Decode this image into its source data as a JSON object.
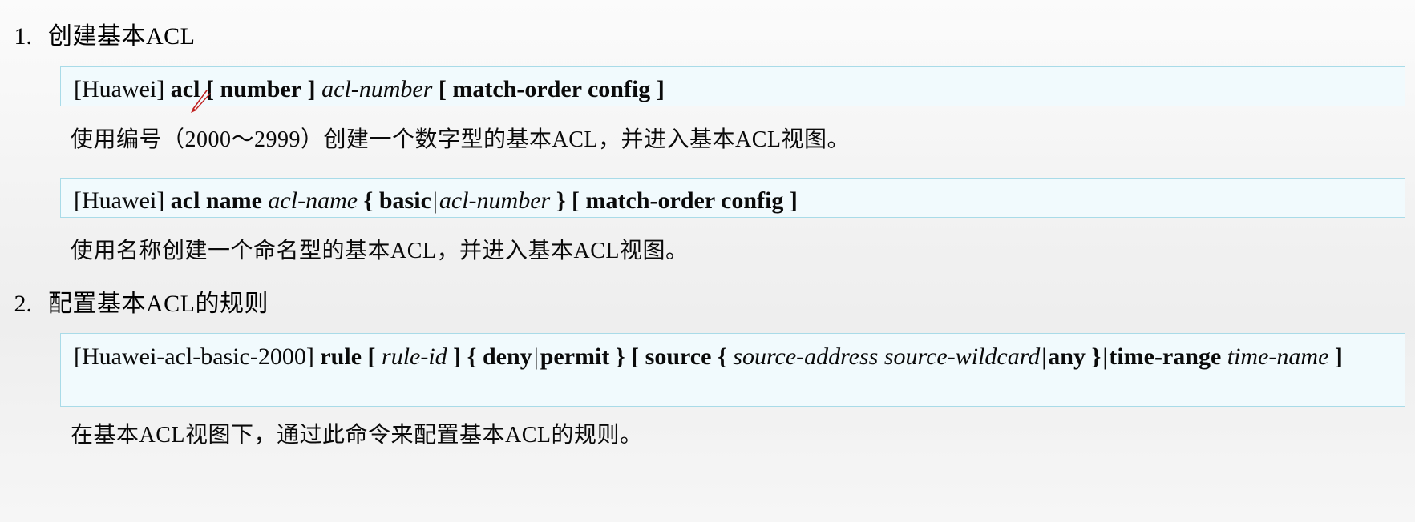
{
  "document": {
    "title": "创建和配置基本ACL",
    "background_color": "#f2f2f2"
  },
  "theme": {
    "code_border_color": "#a9dbe8",
    "code_background_color": "#f1fafd",
    "text_color": "#0a0a0a",
    "annotation_color": "#c02020"
  },
  "sections": [
    {
      "number": "1.",
      "heading": "创建基本ACL"
    },
    {
      "number": "2.",
      "heading": "配置基本ACL的规则"
    }
  ],
  "commands": {
    "cmd1": {
      "prompt": "[Huawei]",
      "keyword": "acl",
      "open_bracket": "[",
      "option_number": "number",
      "close_bracket": "]",
      "param_acl_number": "acl-number",
      "open_bracket2": "[",
      "match_order": "match-order config",
      "close_bracket2": "]",
      "full_text": "[Huawei] acl [ number ] acl-number [ match-order config ]"
    },
    "cmd2": {
      "prompt": "[Huawei]",
      "keyword": "acl name",
      "param_acl_name": "acl-name",
      "open_brace": "{",
      "option_basic": "basic",
      "pipe": "|",
      "param_acl_number": "acl-number",
      "close_brace": "}",
      "open_bracket": "[",
      "match_order": "match-order config",
      "close_bracket": "]",
      "full_text": "[Huawei] acl name acl-name { basic | acl-number } [ match-order config ]"
    },
    "cmd3": {
      "prompt": "[Huawei-acl-basic-2000]",
      "keyword": "rule",
      "open_bracket": "[",
      "param_rule_id": "rule-id",
      "close_bracket": "]",
      "open_brace": "{",
      "option_deny": "deny",
      "pipe1": "|",
      "option_permit": "permit",
      "close_brace": "}",
      "open_bracket2": "[",
      "option_source": "source",
      "open_brace2": "{",
      "param_source_address": "source-address",
      "param_source_wildcard": "source-wildcard",
      "pipe2": "|",
      "option_any": "any",
      "close_brace2": "}",
      "pipe3": "|",
      "option_time_range": "time-range",
      "param_time_name": "time-name",
      "close_bracket2": "]",
      "full_text": "[Huawei-acl-basic-2000] rule [ rule-id ] { deny | permit } [ source { source-address source-wildcard | any } | time-range time-name ]"
    }
  },
  "descriptions": {
    "desc1": "使用编号（2000～2999）创建一个数字型的基本ACL，并进入基本ACL视图。",
    "desc2": "使用名称创建一个命名型的基本ACL，并进入基本ACL视图。",
    "desc3": "在基本ACL视图下，通过此命令来配置基本ACL的规则。"
  },
  "annotation": {
    "name": "red-pen-mark",
    "target": "acl",
    "color": "#c02020"
  }
}
